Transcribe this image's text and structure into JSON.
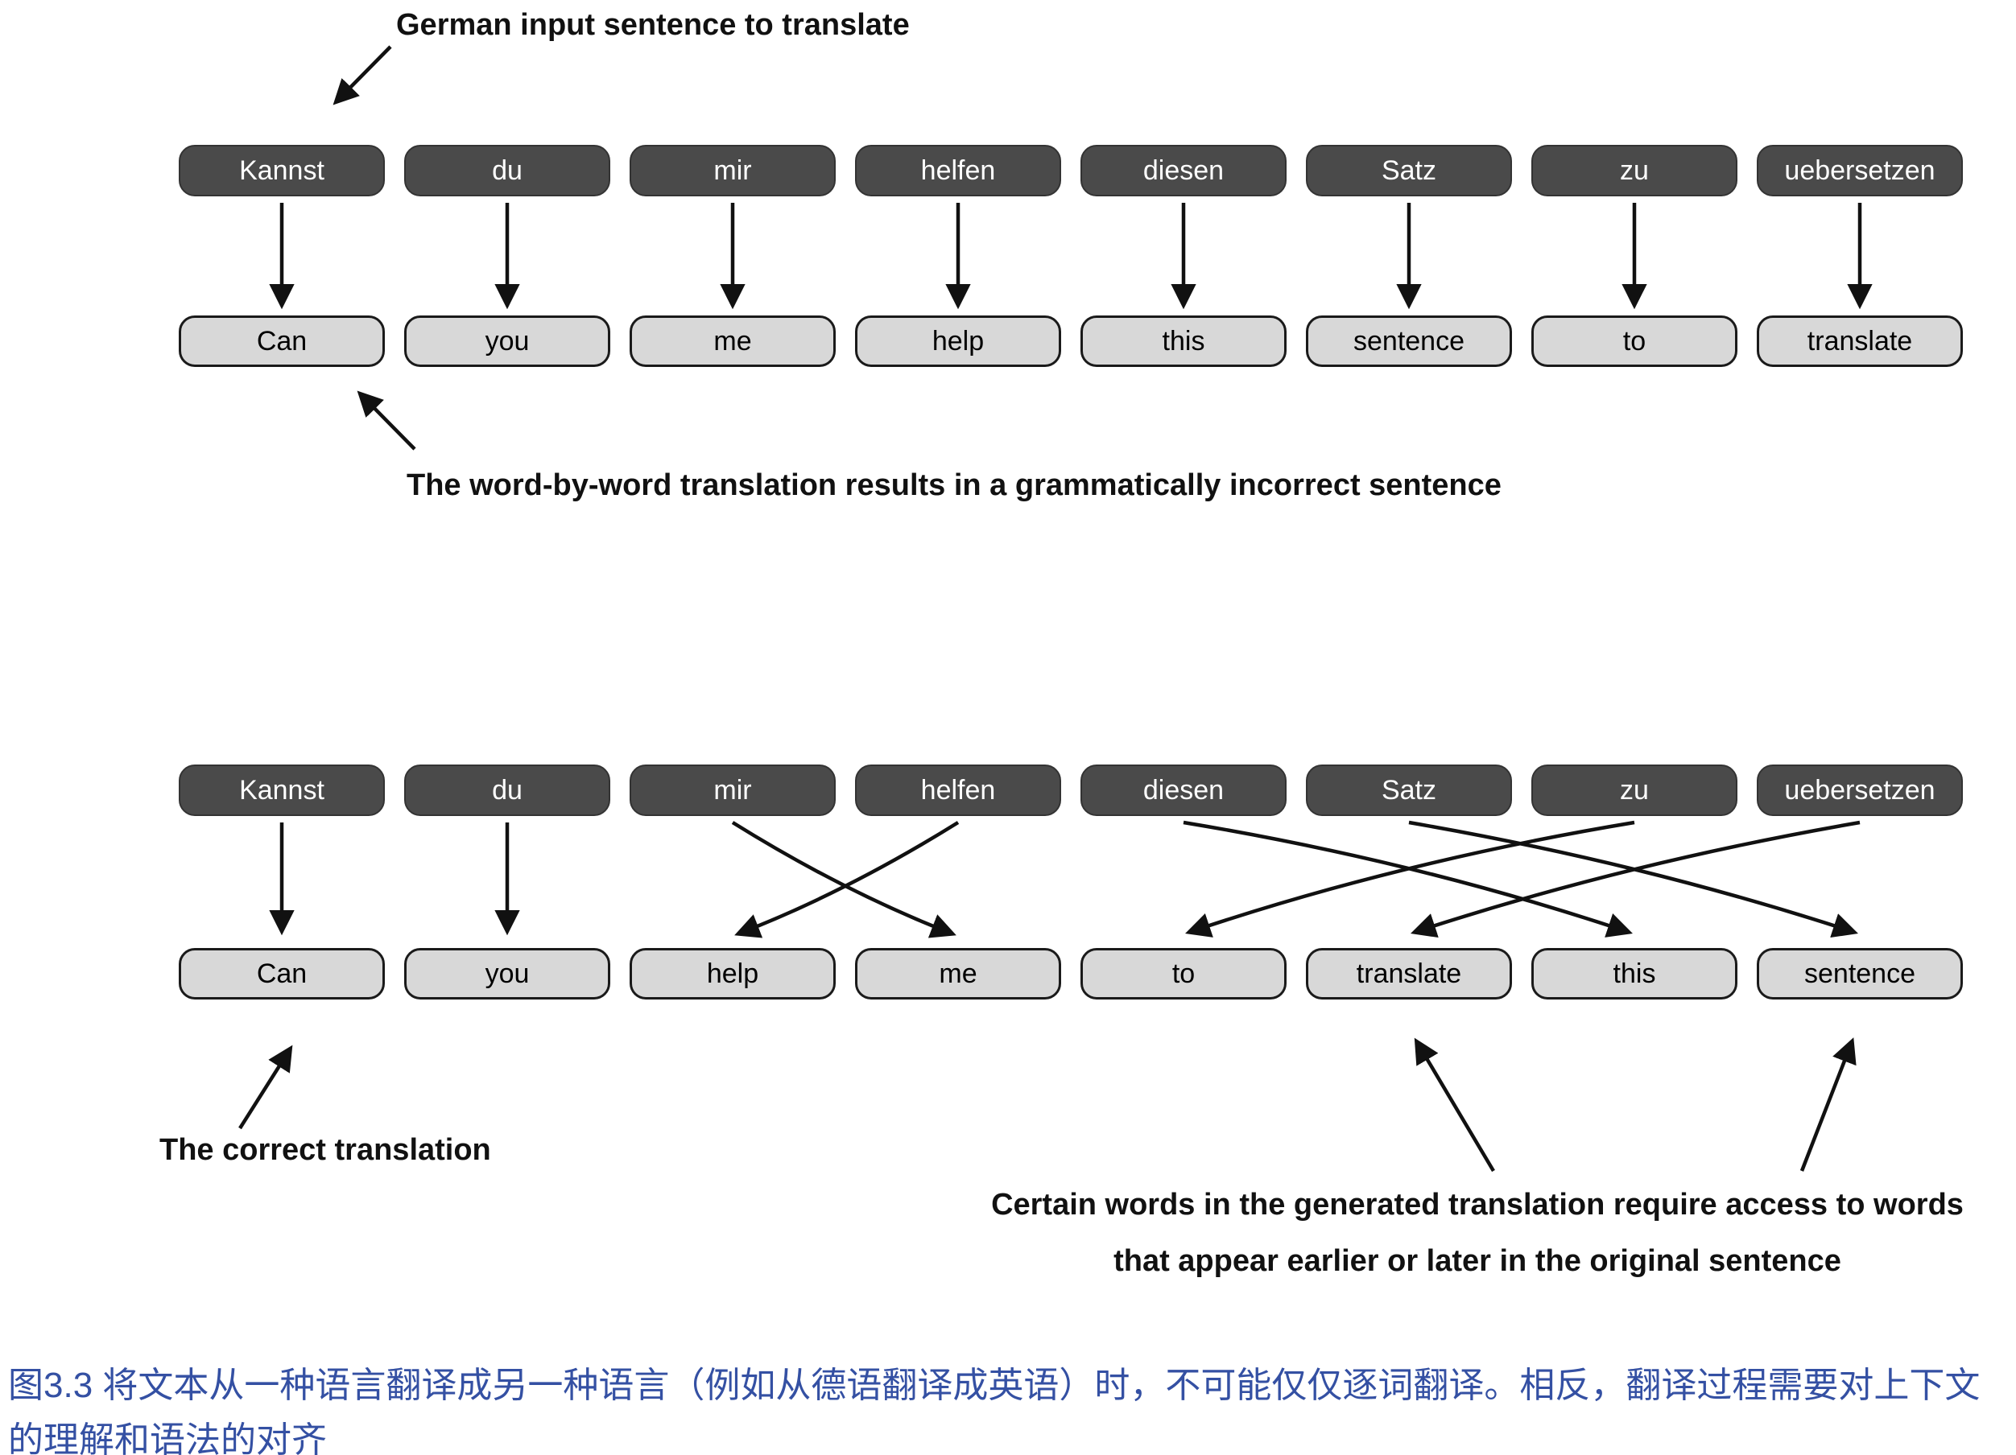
{
  "colors": {
    "dark_box_bg": "#4a4a4a",
    "dark_box_text": "#ffffff",
    "light_box_bg": "#d8d8d8",
    "light_box_border": "#1a1a1a",
    "arrow": "#111111",
    "annotation_text": "#111111",
    "caption_text": "#3450a3",
    "background": "#ffffff"
  },
  "annotations": {
    "german_input": "German input sentence to translate",
    "word_by_word": "The word-by-word translation results in a grammatically incorrect sentence",
    "correct": "The correct translation",
    "context_line1": "Certain words in the generated translation require access to words",
    "context_line2": "that appear earlier or later in the original sentence"
  },
  "top": {
    "german": [
      "Kannst",
      "du",
      "mir",
      "helfen",
      "diesen",
      "Satz",
      "zu",
      "uebersetzen"
    ],
    "english": [
      "Can",
      "you",
      "me",
      "help",
      "this",
      "sentence",
      "to",
      "translate"
    ]
  },
  "bottom": {
    "german": [
      "Kannst",
      "du",
      "mir",
      "helfen",
      "diesen",
      "Satz",
      "zu",
      "uebersetzen"
    ],
    "english": [
      "Can",
      "you",
      "help",
      "me",
      "to",
      "translate",
      "this",
      "sentence"
    ],
    "alignment_german_to_english": [
      0,
      1,
      3,
      2,
      6,
      7,
      4,
      5
    ]
  },
  "caption": "图3.3 将文本从一种语言翻译成另一种语言（例如从德语翻译成英语）时，不可能仅仅逐词翻译。相反，翻译过程需要对上下文的理解和语法的对齐"
}
